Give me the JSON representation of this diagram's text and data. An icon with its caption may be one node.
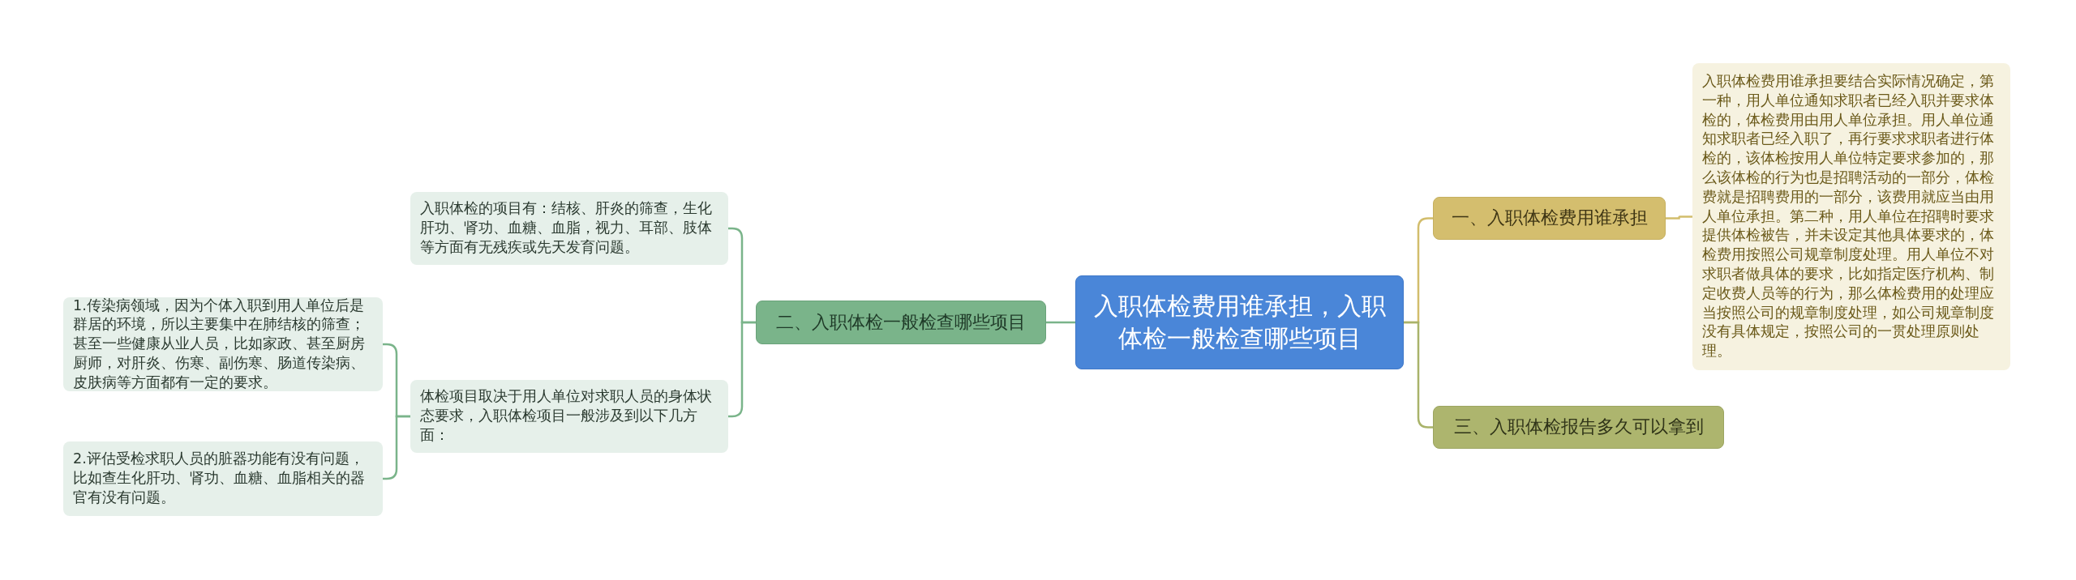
{
  "diagram": {
    "nodes": [
      {
        "text": [
          "入职体检费用谁承担，入职体检一般检查哪些项目"
        ]
      },
      {
        "text": [
          "二、入职体检一般检查哪些项目"
        ]
      },
      {
        "text": [
          "入职体检的项目有：结核、肝炎的筛查，生化肝功、肾功、血糖、血脂，视力、耳部、肢体等方面有无残疾或先天发育问题。"
        ]
      },
      {
        "text": [
          "体检项目取决于用人单位对求职人员的身体状态要求，入职体检项目一般涉及到以下几方面："
        ]
      },
      {
        "text": [
          "1.传染病领域，因为个体入职到用人单位后是群居的环境，所以主要集中在肺结核的筛查；甚至一些健康从业人员，比如家政、甚至厨房厨师，对肝炎、伤寒、副伤寒、肠道传染病、皮肤病等方面都有一定的要求。"
        ]
      },
      {
        "text": [
          "2.评估受检求职人员的脏器功能有没有问题，比如查生化肝功、肾功、血糖、血脂相关的器官有没有问题。"
        ]
      },
      {
        "text": [
          "一、入职体检费用谁承担"
        ]
      },
      {
        "text": [
          "入职体检费用谁承担要结合实际情况确定，第一种，用人单位通知求职者已经入职并要求体检的，体检费用由用人单位承担。用人单位通知求职者已经入职了，再行要求求职者进行体检的，该体检按用人单位特定要求参加的，那么该体检的行为也是招聘活动的一部分，体检费就是招聘费用的一部分，该费用就应当由用人单位承担。第二种，用人单位在招聘时要求提供体检被告，并未设定其他具体要求的，体检费用按照公司规章制度处理。用人单位不对求职者做具体的要求，比如指定医疗机构、制定收费人员等的行为，那么体检费用的处理应当按照公司的规章制度处理，如公司规章制度没有具体规定，按照公司的一贯处理原则处理。"
        ]
      },
      {
        "text": [
          "三、入职体检报告多久可以拿到"
        ]
      }
    ],
    "edges": [
      {
        "from": 0,
        "to": 1,
        "arrow": "none"
      },
      {
        "from": 1,
        "to": 2,
        "arrow": "none"
      },
      {
        "from": 1,
        "to": 3,
        "arrow": "none"
      },
      {
        "from": 3,
        "to": 4,
        "arrow": "none"
      },
      {
        "from": 3,
        "to": 5,
        "arrow": "none"
      },
      {
        "from": 0,
        "to": 6,
        "arrow": "none",
        "color": "#d2bd6c"
      },
      {
        "from": 6,
        "to": 7,
        "arrow": "none",
        "color": "#d2bd6c"
      },
      {
        "from": 0,
        "to": 8,
        "arrow": "none",
        "color": "#a9b36a"
      }
    ]
  }
}
